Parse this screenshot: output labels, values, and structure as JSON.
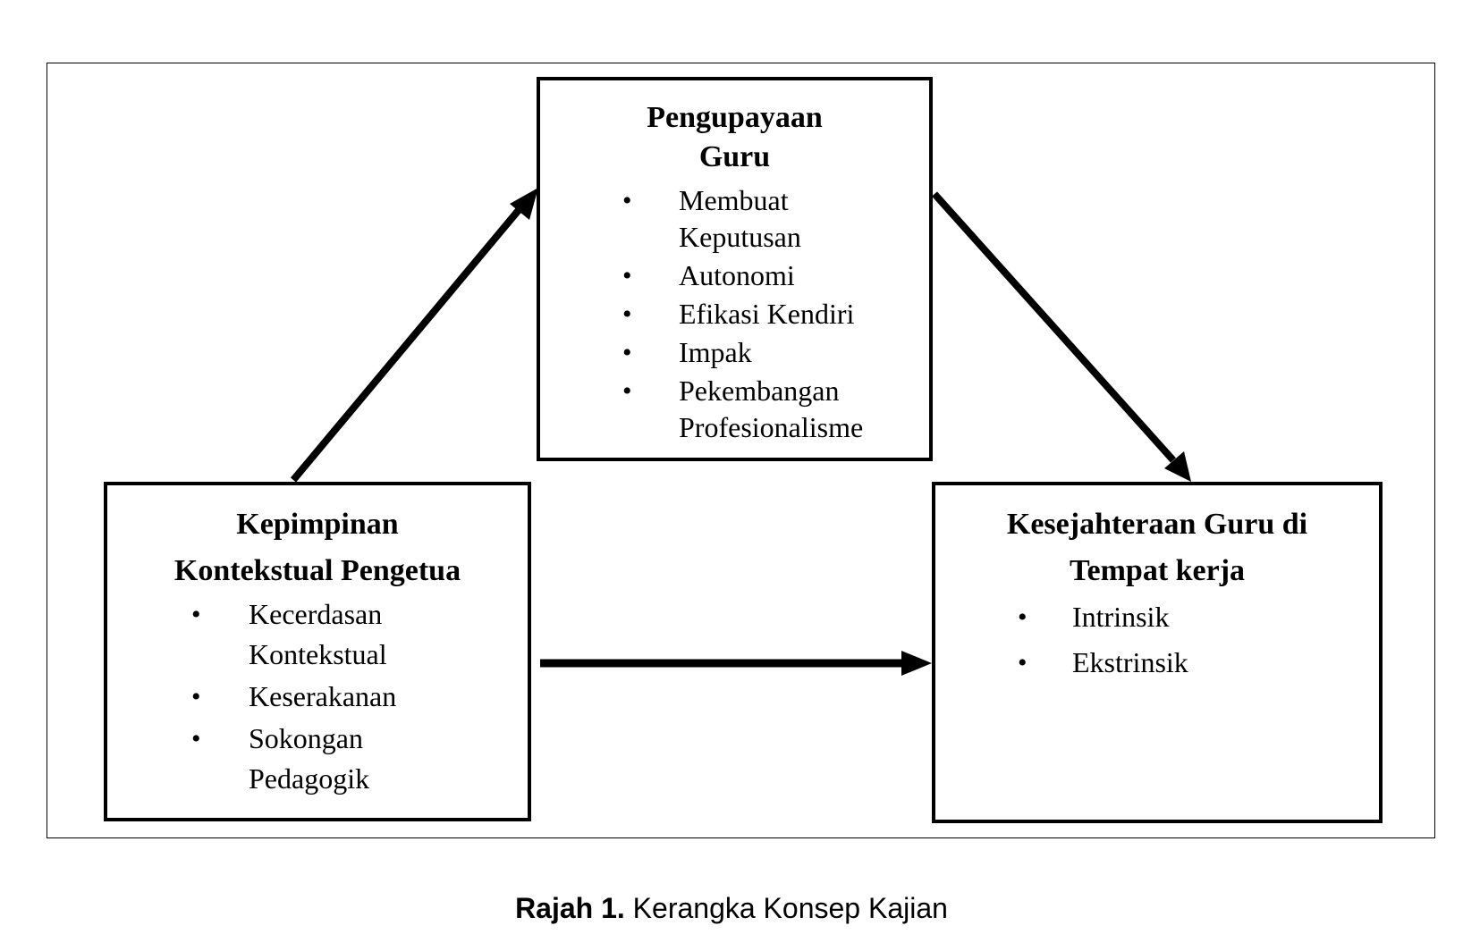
{
  "diagram": {
    "top_box": {
      "title_lines": [
        "Pengupayaan",
        "Guru"
      ],
      "items": [
        {
          "lines": [
            "Membuat",
            "Keputusan"
          ]
        },
        {
          "lines": [
            "Autonomi"
          ]
        },
        {
          "lines": [
            "Efikasi Kendiri"
          ]
        },
        {
          "lines": [
            "Impak"
          ]
        },
        {
          "lines": [
            "Pekembangan",
            "Profesionalisme"
          ]
        }
      ]
    },
    "left_box": {
      "title_lines": [
        "Kepimpinan",
        "Kontekstual Pengetua"
      ],
      "items": [
        {
          "lines": [
            "Kecerdasan",
            "Kontekstual"
          ]
        },
        {
          "lines": [
            "Keserakanan"
          ]
        },
        {
          "lines": [
            "Sokongan",
            "Pedagogik"
          ]
        }
      ]
    },
    "right_box": {
      "title_lines": [
        "Kesejahteraan Guru di",
        "Tempat kerja"
      ],
      "items": [
        {
          "lines": [
            "Intrinsik"
          ]
        },
        {
          "lines": [
            "Ekstrinsik"
          ]
        }
      ]
    },
    "bullet_glyph": "•",
    "arrows": [
      {
        "from": "left_box",
        "to": "top_box"
      },
      {
        "from": "top_box",
        "to": "right_box"
      },
      {
        "from": "left_box",
        "to": "right_box"
      }
    ]
  },
  "caption": {
    "label": "Rajah 1.",
    "text": " Kerangka Konsep Kajian"
  }
}
